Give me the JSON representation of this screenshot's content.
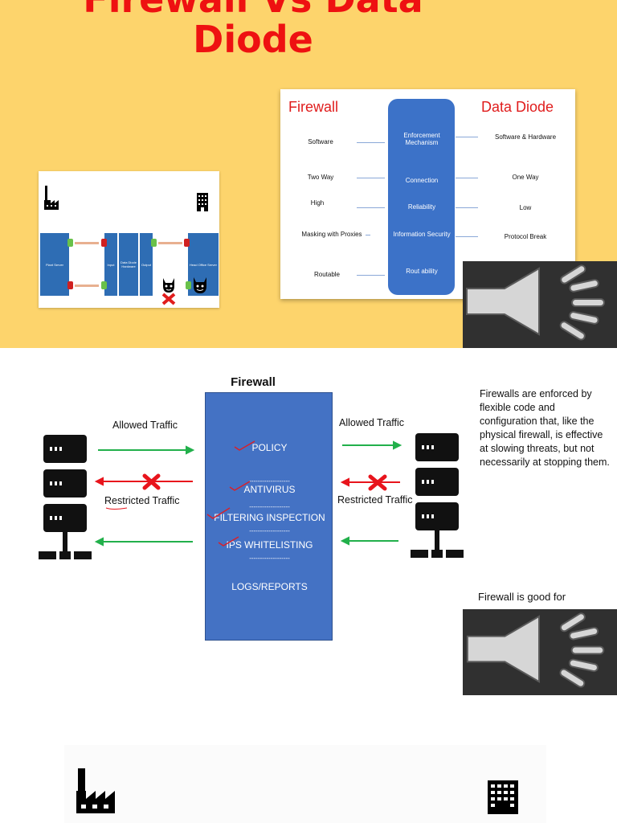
{
  "slide1": {
    "title": "Firewall Vs Data Diode",
    "diagram": {
      "plant_server": "Plant Server",
      "input": "Input",
      "hardware": "Data Diode Hardware",
      "output": "Output",
      "head_office_server": "Head Office Server"
    },
    "comparison": {
      "left_heading": "Firewall",
      "right_heading": "Data Diode",
      "rows": [
        {
          "firewall": "Software",
          "criterion": "Enforcement Mechanism",
          "diode": "Software & Hardware"
        },
        {
          "firewall": "Two Way",
          "criterion": "Connection",
          "diode": "One Way"
        },
        {
          "firewall": "High",
          "criterion": "Reliability",
          "diode": "Low"
        },
        {
          "firewall": "Masking with Proxies",
          "criterion": "Information Security",
          "diode": "Protocol Break"
        },
        {
          "firewall": "Routable",
          "criterion": "Rout ability",
          "diode": ""
        }
      ]
    }
  },
  "slide2": {
    "firewall_title": "Firewall",
    "items": [
      "POLICY",
      "ANTIVIRUS",
      "FILTERING INSPECTION",
      "IPS WHITELISTING",
      "LOGS/REPORTS"
    ],
    "separator": "-------------------",
    "allowed_left": "Allowed Traffic",
    "restricted_left": "Restricted Traffic",
    "allowed_right": "Allowed Traffic",
    "restricted_right": "Restricted Traffic",
    "description": "Firewalls are enforced by flexible code and configuration that, like the physical firewall, is effective at slowing threats, but not necessarily at stopping them.",
    "good_for": "Firewall is good for"
  },
  "colors": {
    "slide_bg": "#fdd46c",
    "title_red": "#ee1111",
    "firewall_blue": "#4472c4",
    "allowed_green": "#22b04b",
    "restricted_red": "#e8141c"
  },
  "icons": [
    "factory-icon",
    "office-building-icon",
    "devil-icon",
    "speaker-icon",
    "server-icon",
    "red-x-icon",
    "checkmark-icon"
  ]
}
